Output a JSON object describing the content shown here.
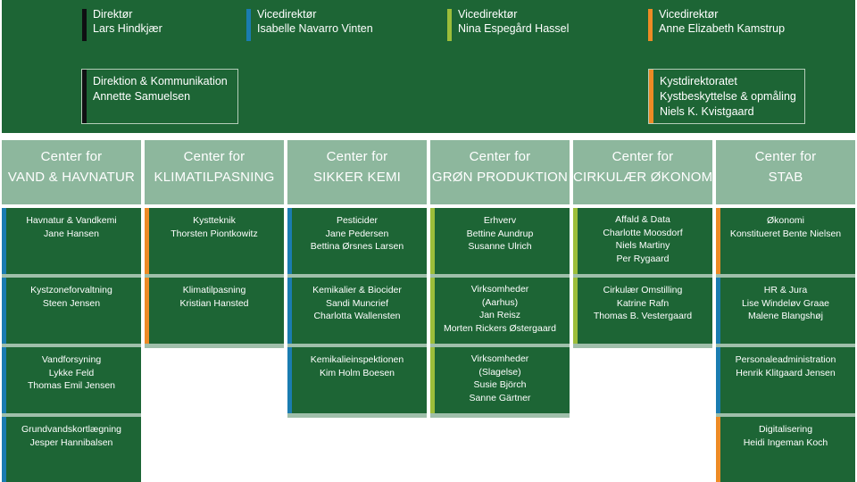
{
  "colors": {
    "green_dark": "#1d6535",
    "green_light": "#8db79d",
    "black": "#0f0f12",
    "blue": "#1a7cb0",
    "lime": "#9cbd3a",
    "orange": "#ed8b25"
  },
  "directors": [
    {
      "title": "Direktør",
      "name": "Lars Hindkjær",
      "color": "black"
    },
    {
      "title": "Vicedirektør",
      "name": "Isabelle Navarro Vinten",
      "color": "blue"
    },
    {
      "title": "Vicedirektør",
      "name": "Nina Espegård Hassel",
      "color": "lime"
    },
    {
      "title": "Vicedirektør",
      "name": "Anne Elizabeth Kamstrup",
      "color": "orange"
    }
  ],
  "units": [
    {
      "lines": [
        "Direktion & Kommunikation",
        "Annette Samuelsen"
      ],
      "color": "black"
    },
    {
      "lines": [
        "Kystdirektoratet",
        "Kystbeskyttelse & opmåling",
        "Niels K. Kvistgaard"
      ],
      "color": "orange"
    }
  ],
  "centers": [
    {
      "line1": "Center for",
      "line2": "Vand & Havnatur"
    },
    {
      "line1": "Center for",
      "line2": "Klimatilpasning"
    },
    {
      "line1": "Center for",
      "line2": "Sikker kemi"
    },
    {
      "line1": "Center for",
      "line2": "Grøn Produktion"
    },
    {
      "line1": "Center for",
      "line2": "Cirkulær Økonomi"
    },
    {
      "line1": "Center for",
      "line2": "Stab"
    }
  ],
  "departments": [
    [
      {
        "lines": [
          "Havnatur & Vandkemi",
          "Jane Hansen"
        ],
        "color": "blue"
      },
      {
        "lines": [
          "Kystzoneforvaltning",
          "Steen Jensen"
        ],
        "color": "blue"
      },
      {
        "lines": [
          "Vandforsyning",
          "Lykke Feld",
          "Thomas Emil Jensen"
        ],
        "color": "blue"
      },
      {
        "lines": [
          "Grundvandskortlægning",
          "Jesper Hannibalsen"
        ],
        "color": "blue"
      }
    ],
    [
      {
        "lines": [
          "Kystteknik",
          "Thorsten Piontkowitz"
        ],
        "color": "orange"
      },
      {
        "lines": [
          "Klimatilpasning",
          "Kristian Hansted"
        ],
        "color": "orange"
      }
    ],
    [
      {
        "lines": [
          "Pesticider",
          "Jane Pedersen",
          "Bettina Ørsnes Larsen"
        ],
        "color": "blue"
      },
      {
        "lines": [
          "Kemikalier & Biocider",
          "Sandi Muncrief",
          "Charlotta Wallensten"
        ],
        "color": "blue"
      },
      {
        "lines": [
          "Kemikalieinspektionen",
          "Kim Holm Boesen"
        ],
        "color": "blue"
      }
    ],
    [
      {
        "lines": [
          "Erhverv",
          "Bettine Aundrup",
          "Susanne Ulrich"
        ],
        "color": "lime"
      },
      {
        "lines": [
          "Virksomheder",
          "(Aarhus)",
          "Jan Reisz",
          "Morten Rickers Østergaard"
        ],
        "color": "lime"
      },
      {
        "lines": [
          "Virksomheder",
          "(Slagelse)",
          "Susie Björch",
          "Sanne Gärtner"
        ],
        "color": "lime"
      }
    ],
    [
      {
        "lines": [
          "Affald & Data",
          "Charlotte Moosdorf",
          "Niels Martiny",
          "Per Rygaard"
        ],
        "color": "lime"
      },
      {
        "lines": [
          "Cirkulær Omstilling",
          "Katrine Rafn",
          "Thomas B. Vestergaard"
        ],
        "color": "lime"
      }
    ],
    [
      {
        "lines": [
          "Økonomi",
          "Konstitueret Bente Nielsen"
        ],
        "color": "orange"
      },
      {
        "lines": [
          "HR & Jura",
          "Lise Windeløv Graae",
          "Malene Blangshøj"
        ],
        "color": "blue"
      },
      {
        "lines": [
          "Personaleadministration",
          "Henrik Klitgaard Jensen"
        ],
        "color": "blue"
      },
      {
        "lines": [
          "Digitalisering",
          "Heidi Ingeman Koch"
        ],
        "color": "orange"
      }
    ]
  ]
}
